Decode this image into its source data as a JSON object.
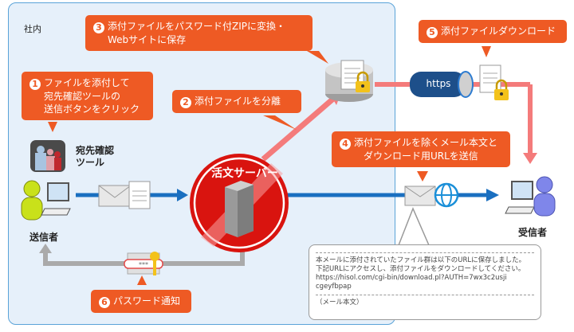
{
  "zone": {
    "label": "社内"
  },
  "callouts": [
    {
      "num": "1",
      "lines": [
        "ファイルを添付して",
        "宛先確認ツールの",
        "送信ボタンをクリック"
      ]
    },
    {
      "num": "2",
      "lines": [
        "添付ファイルを分離"
      ]
    },
    {
      "num": "3",
      "lines": [
        "添付ファイルをパスワード付ZIPに変換・",
        "Webサイトに保存"
      ]
    },
    {
      "num": "4",
      "lines": [
        "添付ファイルを除くメール本文と",
        "ダウンロード用URLを送信"
      ]
    },
    {
      "num": "5",
      "lines": [
        "添付ファイルダウンロード"
      ]
    },
    {
      "num": "6",
      "lines": [
        "パスワード通知"
      ]
    }
  ],
  "labels": {
    "tool": [
      "宛先確認",
      "ツール"
    ],
    "sender": "送信者",
    "receiver": "受信者",
    "server": "活文サーバー",
    "https": "https"
  },
  "mail_body": {
    "lines": [
      "本メールに添付されていたファイル群は以下のURLに保存しました。",
      "下記URLにアクセスし、添付ファイルをダウンロードしてください。",
      "https://hisol.com/cgi-bin/download.pl?AUTH=7wx3c2usji",
      "cgeyfbpap"
    ],
    "footer": "（メール本文）"
  },
  "colors": {
    "callout": "#ee5a24",
    "server_red": "#d9140f",
    "flow_blue": "#1a6fc0",
    "secure_pink": "#f47b7b",
    "return_gray": "#aaaaaa",
    "zone_bg": "#e6f0fa"
  }
}
